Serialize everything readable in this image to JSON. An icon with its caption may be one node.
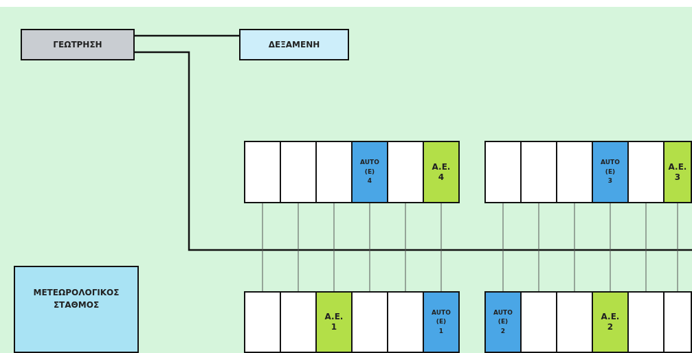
{
  "diagram": {
    "nodes": [
      {
        "text": [
          "ΓΕΩΤΡΗΣΗ"
        ]
      },
      {
        "text": [
          "ΔΕΞΑΜΕΝΗ"
        ]
      },
      {
        "text": [],
        "shape": "box"
      },
      {
        "text": [],
        "shape": "box"
      },
      {
        "text": [],
        "shape": "box"
      },
      {
        "text": [
          "AUTO (E) 4"
        ]
      },
      {
        "text": [],
        "shape": "box"
      },
      {
        "text": [
          "A.E. 4"
        ]
      },
      {
        "text": [],
        "shape": "box"
      },
      {
        "text": [],
        "shape": "box"
      },
      {
        "text": [],
        "shape": "box"
      },
      {
        "text": [
          "AUTO (E) 3"
        ]
      },
      {
        "text": [],
        "shape": "box"
      },
      {
        "text": [
          "A.E. 3"
        ]
      },
      {
        "text": [
          "ΜΕΤΕΩΡΟΛΟΓΙΚΟΣ ΣΤΑΘΜΟΣ"
        ]
      },
      {
        "text": [],
        "shape": "box"
      },
      {
        "text": [],
        "shape": "box"
      },
      {
        "text": [
          "A.E. 1"
        ]
      },
      {
        "text": [],
        "shape": "box"
      },
      {
        "text": [],
        "shape": "box"
      },
      {
        "text": [
          "AUTO (E) 1"
        ]
      },
      {
        "text": [
          "AUTO (E) 2"
        ]
      },
      {
        "text": [],
        "shape": "box"
      },
      {
        "text": [],
        "shape": "box"
      },
      {
        "text": [
          "A.E. 2"
        ]
      },
      {
        "text": [],
        "shape": "box"
      },
      {
        "text": [],
        "shape": "box"
      }
    ],
    "edges": [
      {
        "from": 0,
        "to": 1,
        "arrow": "none"
      },
      {
        "from": 0,
        "to": null,
        "arrow": "none"
      },
      {
        "from": 2,
        "to": 15,
        "arrow": "none"
      },
      {
        "from": 3,
        "to": 16,
        "arrow": "none"
      },
      {
        "from": 4,
        "to": 17,
        "arrow": "none"
      },
      {
        "from": 5,
        "to": 18,
        "arrow": "none"
      },
      {
        "from": 6,
        "to": 19,
        "arrow": "none"
      },
      {
        "from": 7,
        "to": 20,
        "arrow": "none"
      },
      {
        "from": 8,
        "to": 21,
        "arrow": "none"
      },
      {
        "from": 9,
        "to": 22,
        "arrow": "none"
      },
      {
        "from": 10,
        "to": 23,
        "arrow": "none"
      },
      {
        "from": 11,
        "to": 24,
        "arrow": "none"
      },
      {
        "from": 12,
        "to": 25,
        "arrow": "none"
      },
      {
        "from": 13,
        "to": 26,
        "arrow": "none"
      }
    ]
  }
}
